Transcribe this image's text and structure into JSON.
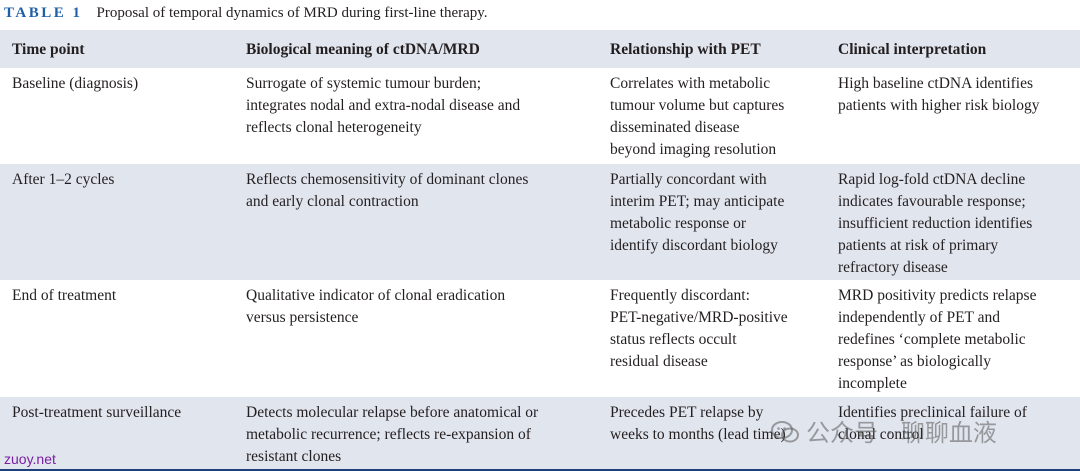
{
  "caption": {
    "label": "TABLE 1",
    "text": "Proposal of temporal dynamics of MRD during first-line therapy."
  },
  "header": [
    "Time point",
    "Biological meaning of ctDNA/MRD",
    "Relationship with PET",
    "Clinical interpretation"
  ],
  "rows": [
    {
      "time_point": [
        "Baseline (diagnosis)"
      ],
      "biological_meaning": [
        "Surrogate of systemic tumour burden;",
        "integrates nodal and extra-nodal disease and",
        "reflects clonal heterogeneity"
      ],
      "relationship_pet": [
        "Correlates with metabolic",
        "tumour volume but captures",
        "disseminated disease",
        "beyond imaging resolution"
      ],
      "clinical_interpretation": [
        "High baseline ctDNA identifies",
        "patients with higher risk biology"
      ]
    },
    {
      "time_point": [
        "After 1–2 cycles"
      ],
      "biological_meaning": [
        "Reflects chemosensitivity of dominant clones",
        "and early clonal contraction"
      ],
      "relationship_pet": [
        "Partially concordant with",
        "interim PET; may anticipate",
        "metabolic response or",
        "identify discordant biology"
      ],
      "clinical_interpretation": [
        "Rapid log-fold ctDNA decline",
        "indicates favourable response;",
        "insufficient reduction identifies",
        "patients at risk of primary",
        "refractory disease"
      ]
    },
    {
      "time_point": [
        "End of treatment"
      ],
      "biological_meaning": [
        "Qualitative indicator of clonal eradication",
        "versus persistence"
      ],
      "relationship_pet": [
        "Frequently discordant:",
        "PET-negative/MRD-positive",
        "status reflects occult",
        "residual disease"
      ],
      "clinical_interpretation": [
        "MRD positivity predicts relapse",
        "independently of PET and",
        "redefines ‘complete metabolic",
        "response’ as biologically",
        "incomplete"
      ]
    },
    {
      "time_point": [
        "Post-treatment surveillance"
      ],
      "biological_meaning": [
        "Detects molecular relapse before anatomical or",
        "metabolic recurrence; reflects re-expansion of",
        "resistant clones"
      ],
      "relationship_pet": [
        "Precedes PET relapse by",
        "weeks to months (lead time)"
      ],
      "clinical_interpretation": [
        "Identifies preclinical failure of",
        "clonal control"
      ]
    }
  ],
  "watermark": "zuoy.net",
  "wechat_watermark": "公众号 · 聊聊血液",
  "colors": {
    "caption_label": "#1f5fa8",
    "header_bg": "#e1e5ee",
    "rule": "#1f3f7a",
    "text": "#231f20",
    "watermark": "#7a1fa2"
  }
}
